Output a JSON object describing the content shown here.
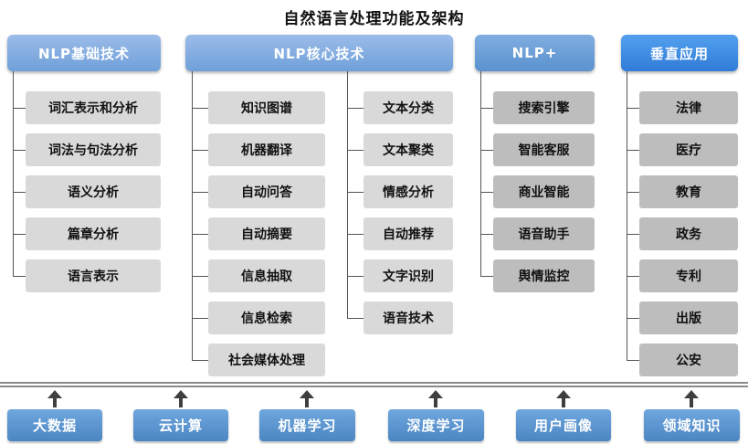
{
  "title": "自然语言处理功能及架构",
  "columns": {
    "basic": {
      "header": "NLP基础技术",
      "items": [
        "词汇表示和分析",
        "词法与句法分析",
        "语义分析",
        "篇章分析",
        "语言表示"
      ]
    },
    "core": {
      "header": "NLP核心技术",
      "left_items": [
        "知识图谱",
        "机器翻译",
        "自动问答",
        "自动摘要",
        "信息抽取",
        "信息检索",
        "社会媒体处理"
      ],
      "right_items": [
        "文本分类",
        "文本聚类",
        "情感分析",
        "自动推荐",
        "文字识别",
        "语音技术"
      ]
    },
    "plus": {
      "header": "NLP+",
      "items": [
        "搜索引擎",
        "智能客服",
        "商业智能",
        "语音助手",
        "舆情监控"
      ]
    },
    "vertical": {
      "header": "垂直应用",
      "items": [
        "法律",
        "医疗",
        "教育",
        "政务",
        "专利",
        "出版",
        "公安"
      ]
    }
  },
  "foundation": {
    "items": [
      "大数据",
      "云计算",
      "机器学习",
      "深度学习",
      "用户画像",
      "领域知识"
    ]
  },
  "colors": {
    "header_light_blue": "#7FA8DC",
    "header_medium_blue": "#5B9BD5",
    "header_bright_blue": "#3D85E0",
    "item_light_gray": "#D9D9D9",
    "item_dark_gray": "#BDBDBD",
    "foundation_blue": "#5B9BD5",
    "connector_gray": "#555555",
    "divider_gray": "#8C8C8C"
  }
}
